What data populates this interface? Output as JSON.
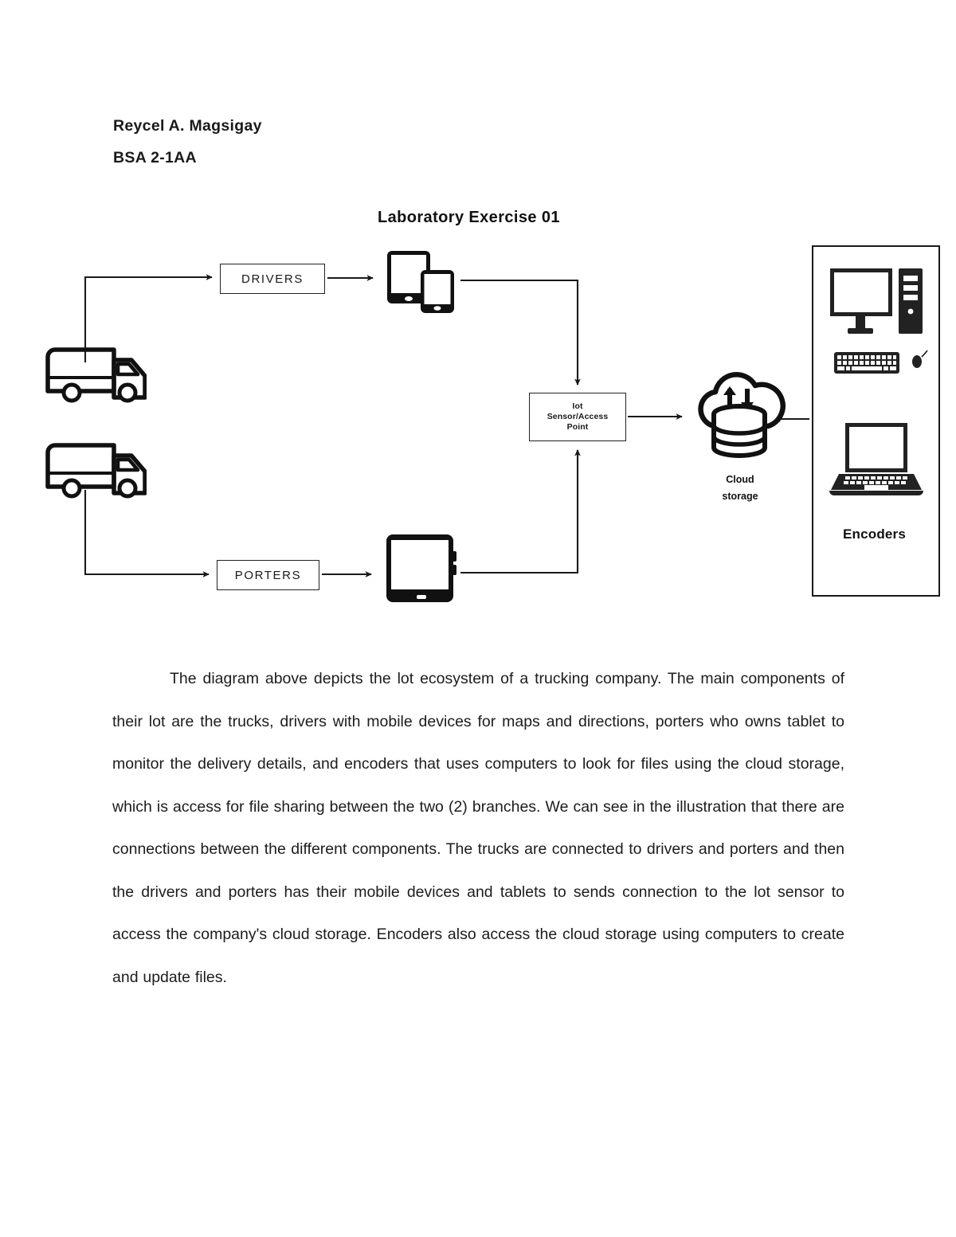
{
  "document": {
    "author_name": "Reycel A. Magsigay",
    "section": "BSA 2-1AA",
    "title": "Laboratory Exercise 01",
    "paragraph": "The diagram above depicts the lot ecosystem of a trucking company. The main components of their lot are the trucks, drivers with mobile devices for maps and directions, porters who owns tablet to monitor the delivery details, and encoders that uses computers to look for files using the cloud storage, which is access for file sharing between the two (2) branches. We can see in the illustration that there are connections between the different components. The trucks are connected to drivers and porters and then the drivers and porters has their mobile devices and tablets to sends connection to the lot sensor to access the company's cloud storage. Encoders also access the cloud storage using computers to create and update files."
  },
  "diagram": {
    "drivers_box_label": "DRIVERS",
    "porters_box_label": "PORTERS",
    "iot_box_line1": "Iot",
    "iot_box_line2": "Sensor/Access",
    "iot_box_line3": "Point",
    "cloud_label_line1": "Cloud",
    "cloud_label_line2": "storage",
    "encoders_label": "Encoders",
    "icons": {
      "truck_top": "truck-icon",
      "truck_bottom": "truck-icon",
      "mobile_devices": "tablet-and-phone-icon",
      "tablet": "tablet-icon",
      "cloud_storage": "cloud-database-icon",
      "desktop_computer": "desktop-computer-icon",
      "keyboard": "keyboard-icon",
      "mouse": "mouse-icon",
      "laptop": "laptop-icon"
    },
    "connectors": [
      "truck-top-to-drivers",
      "drivers-to-mobile-devices",
      "mobile-devices-to-iot-sensor",
      "truck-bottom-to-porters",
      "porters-to-tablet",
      "tablet-to-iot-sensor",
      "iot-sensor-to-cloud",
      "encoders-to-cloud"
    ],
    "stroke_color": "#1a1a1a"
  }
}
